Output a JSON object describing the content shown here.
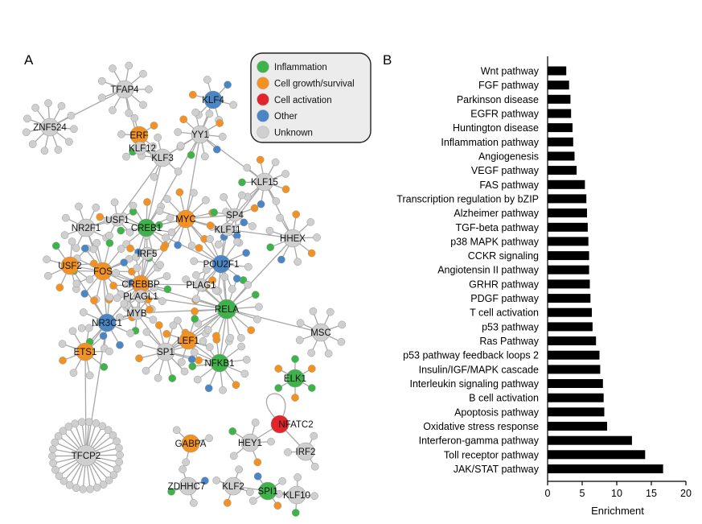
{
  "figure": {
    "panel_a_label": "A",
    "panel_b_label": "B"
  },
  "network": {
    "colors": {
      "Inflammation": "#3db34a",
      "Cell growth/survival": "#f39221",
      "Cell activation": "#e4242b",
      "Other": "#4a86c6",
      "Unknown": "#cfcfcf"
    },
    "edge_color": "#a8a8a8",
    "legend": [
      {
        "label": "Inflammation",
        "color": "#3db34a"
      },
      {
        "label": "Cell growth/survival",
        "color": "#f39221"
      },
      {
        "label": "Cell activation",
        "color": "#e4242b"
      },
      {
        "label": "Other",
        "color": "#4a86c6"
      },
      {
        "label": "Unknown",
        "color": "#cfcfcf"
      }
    ],
    "hubs": [
      {
        "label": "TFAP4",
        "category": "Unknown"
      },
      {
        "label": "ZNF524",
        "category": "Unknown"
      },
      {
        "label": "KLF4",
        "category": "Other"
      },
      {
        "label": "ERF",
        "category": "Cell growth/survival"
      },
      {
        "label": "KLF12",
        "category": "Unknown"
      },
      {
        "label": "KLF3",
        "category": "Unknown"
      },
      {
        "label": "YY1",
        "category": "Unknown"
      },
      {
        "label": "KLF15",
        "category": "Unknown"
      },
      {
        "label": "NR2F1",
        "category": "Unknown"
      },
      {
        "label": "USF1",
        "category": "Unknown"
      },
      {
        "label": "CREB1",
        "category": "Inflammation"
      },
      {
        "label": "MYC",
        "category": "Cell growth/survival"
      },
      {
        "label": "SP4",
        "category": "Unknown"
      },
      {
        "label": "KLF11",
        "category": "Unknown"
      },
      {
        "label": "HHEX",
        "category": "Unknown"
      },
      {
        "label": "USF2",
        "category": "Cell growth/survival"
      },
      {
        "label": "FOS",
        "category": "Cell growth/survival"
      },
      {
        "label": "IRF5",
        "category": "Unknown"
      },
      {
        "label": "POU2F1",
        "category": "Other"
      },
      {
        "label": "CREBBP",
        "category": "Cell growth/survival"
      },
      {
        "label": "PLAG1",
        "category": "Unknown"
      },
      {
        "label": "PLAGL1",
        "category": "Unknown"
      },
      {
        "label": "MYB",
        "category": "Unknown"
      },
      {
        "label": "RELA",
        "category": "Inflammation"
      },
      {
        "label": "NR3C1",
        "category": "Other"
      },
      {
        "label": "MSC",
        "category": "Unknown"
      },
      {
        "label": "LEF1",
        "category": "Cell growth/survival"
      },
      {
        "label": "ETS1",
        "category": "Cell growth/survival"
      },
      {
        "label": "SP1",
        "category": "Unknown"
      },
      {
        "label": "NFKB1",
        "category": "Inflammation"
      },
      {
        "label": "ELK1",
        "category": "Inflammation"
      },
      {
        "label": "NFATC2",
        "category": "Cell activation"
      },
      {
        "label": "GABPA",
        "category": "Cell growth/survival"
      },
      {
        "label": "HEY1",
        "category": "Unknown"
      },
      {
        "label": "IRF2",
        "category": "Unknown"
      },
      {
        "label": "TFCP2",
        "category": "Unknown"
      },
      {
        "label": "ZDHHC7",
        "category": "Unknown"
      },
      {
        "label": "KLF2",
        "category": "Unknown"
      },
      {
        "label": "SPI1",
        "category": "Inflammation"
      },
      {
        "label": "KLF10",
        "category": "Unknown"
      }
    ]
  },
  "chart_data": {
    "type": "bar",
    "orientation": "horizontal",
    "categories": [
      "Wnt pathway",
      "FGF pathway",
      "Parkinson disease",
      "EGFR pathway",
      "Huntington disease",
      "Inflammation pathway",
      "Angiogenesis",
      "VEGF pathway",
      "FAS pathway",
      "Transcription regulation by bZIP",
      "Alzheimer  pathway",
      "TGF-beta pathway",
      "p38 MAPK pathway",
      "CCKR signaling",
      "Angiotensin II pathway",
      "GRHR pathway",
      "PDGF pathway",
      "T cell activation",
      "p53 pathway",
      "Ras Pathway",
      "p53 pathway feedback loops 2",
      "Insulin/IGF/MAPK cascade",
      "Interleukin signaling pathway",
      "B cell activation",
      "Apoptosis pathway",
      "Oxidative stress response",
      "Interferon-gamma pathway",
      "Toll receptor pathway",
      "JAK/STAT pathway"
    ],
    "values": [
      2.7,
      3.1,
      3.3,
      3.4,
      3.6,
      3.7,
      3.9,
      4.2,
      5.4,
      5.6,
      5.7,
      5.8,
      5.9,
      6.0,
      6.0,
      6.1,
      6.2,
      6.4,
      6.5,
      7.0,
      7.5,
      7.6,
      8.0,
      8.1,
      8.2,
      8.6,
      12.2,
      14.1,
      16.7
    ],
    "xlabel": "Enrichment",
    "ylabel": "",
    "xlim": [
      0,
      20
    ],
    "xticks": [
      "0",
      "5",
      "10",
      "15",
      "20"
    ],
    "bar_color": "#000000",
    "grid": false
  }
}
